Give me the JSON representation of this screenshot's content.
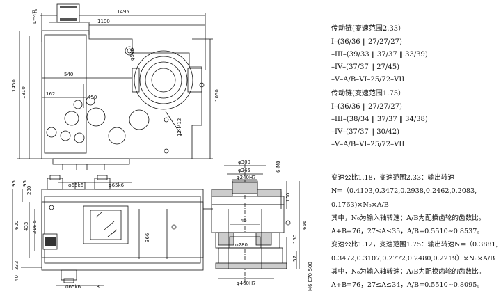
{
  "drawing": {
    "dimensions": {
      "d1495": "1495",
      "d1100": "1100",
      "d540": "540",
      "d162": "162",
      "d450": "450",
      "d1310": "1310",
      "d1450": "1450",
      "d1050": "1050",
      "phi540": "φ540",
      "m12": "12-M12",
      "l4holes": "L=4孔",
      "d95a": "95",
      "d95b": "95",
      "d280": "280",
      "d600": "600",
      "d433": "433",
      "d216": "216.5",
      "d366": "366",
      "d40": "40",
      "d333": "333",
      "phi65a": "φ65k6",
      "phi65b": "φ65k6",
      "phi65c": "φ65k6",
      "d18": "18",
      "phi300": "φ300",
      "phi265": "φ265",
      "phi240": "φ240H7",
      "d6m8": "6-M8",
      "d45": "45",
      "d100": "100",
      "phi280": "φ280",
      "d150": "150",
      "d666": "666",
      "d57": "57",
      "phi460": "φ460H7",
      "thread": "M6 E70-500"
    }
  },
  "chain1": {
    "title": "传动链(变速范围2.33）",
    "lines": [
      "I–(36/36 ‖ 27/27/27)",
      "–III–(39/33 ‖ 37/37 ‖ 33/39)",
      "–IV–(37/37 ‖ 27/45)",
      "–V–A/B–VI–25/72–VII"
    ]
  },
  "chain2": {
    "title": "传动链(变速范围1.75）",
    "lines": [
      "I–(36/36 ‖ 27/27/27)",
      "–III–(38/34 ‖ 37/37 ‖ 34/38)",
      "–IV–(37/37 ‖ 30/42)",
      "–V–A/B–VI–25/72–VII"
    ]
  },
  "notes": {
    "lines": [
      "变速公比1.18，变速范围2.33：输出转速",
      "N=（0.4103,0.3472,0.2938,0.2462,0.2083,",
      "0.1763)×N₀×A/B",
      "其中，N₀为输入轴转速；A/B为配换齿轮的齿数比。",
      "A+B=76，27≤A≤35，A/B=0.5510∼0.8537。",
      "变速公比1.12，变速范围1.75：输出转速N=（0.3881,",
      "0.3472,0.3107,0.2772,0.2480,0.2219）×N₀×A/B",
      "其中，N₀为输入轴转速；A/B为配换齿轮的齿数比。",
      "A+B=76，27≤A≤34，A/B=0.5510∼0.8095。"
    ]
  }
}
